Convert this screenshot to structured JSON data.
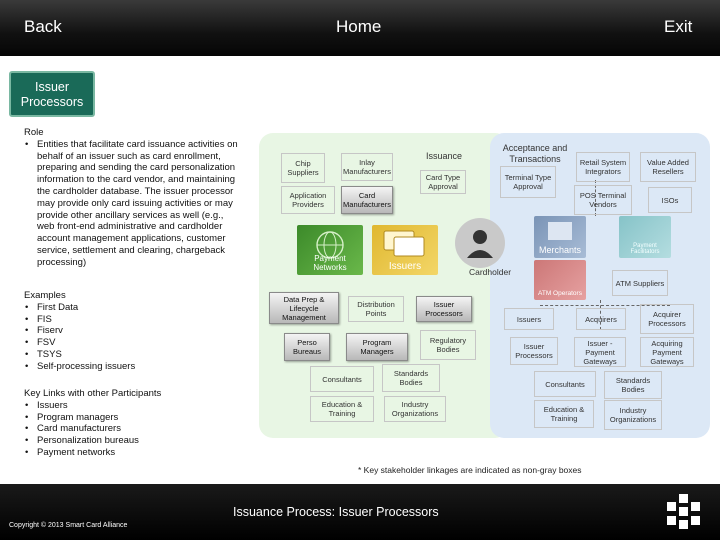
{
  "nav": {
    "back": "Back",
    "home": "Home",
    "exit": "Exit"
  },
  "title": {
    "line1": "Issuer",
    "line2": "Processors"
  },
  "role": {
    "heading": "Role",
    "text": "Entities that facilitate card issuance activities on behalf of an issuer such as card enrollment, preparing and sending the card personalization information to the card vendor, and maintaining the cardholder database. The issuer processor may provide only card issuing activities or may provide other ancillary services as well (e.g., web front-end administrative and cardholder account management applications, customer service, settlement and clearing, chargeback processing)"
  },
  "examples": {
    "heading": "Examples",
    "items": [
      "First Data",
      "FIS",
      "Fiserv",
      "FSV",
      "TSYS",
      "Self-processing issuers"
    ]
  },
  "key_links": {
    "heading": "Key Links with other Participants",
    "items": [
      "Issuers",
      "Program managers",
      "Card manufacturers",
      "Personalization bureaus",
      "Payment networks"
    ]
  },
  "diagram": {
    "issuance_label": "Issuance",
    "acceptance_label": "Acceptance and Transactions",
    "cardholder_label": "Cardholder",
    "left_boxes": [
      {
        "id": "chip",
        "text": "Chip Suppliers",
        "hl": false
      },
      {
        "id": "inlay",
        "text": "Inlay Manufacturers",
        "hl": false
      },
      {
        "id": "cardtype",
        "text": "Card Type Approval",
        "hl": false
      },
      {
        "id": "appprov",
        "text": "Application Providers",
        "hl": false
      },
      {
        "id": "cardmfr",
        "text": "Card Manufacturers",
        "hl": true
      },
      {
        "id": "dataprep",
        "text": "Data Prep & Lifecycle Management",
        "hl": true
      },
      {
        "id": "distpoints",
        "text": "Distribution Points",
        "hl": false
      },
      {
        "id": "issproc",
        "text": "Issuer Processors",
        "hl": true
      },
      {
        "id": "perso",
        "text": "Perso Bureaus",
        "hl": true
      },
      {
        "id": "progmgr",
        "text": "Program Managers",
        "hl": true
      },
      {
        "id": "regbodies",
        "text": "Regulatory Bodies",
        "hl": false
      },
      {
        "id": "consult1",
        "text": "Consultants",
        "hl": false
      },
      {
        "id": "stdbodies1",
        "text": "Standards Bodies",
        "hl": false
      },
      {
        "id": "edu1",
        "text": "Education & Training",
        "hl": false
      },
      {
        "id": "indorg1",
        "text": "Industry Organizations",
        "hl": false
      }
    ],
    "right_boxes": [
      {
        "id": "terminal",
        "text": "Terminal Type Approval",
        "hl": false
      },
      {
        "id": "retail",
        "text": "Retail System Integrators",
        "hl": false
      },
      {
        "id": "var",
        "text": "Value Added Resellers",
        "hl": false
      },
      {
        "id": "pos",
        "text": "POS Terminal Vendors",
        "hl": false
      },
      {
        "id": "isos",
        "text": "ISOs",
        "hl": false
      },
      {
        "id": "atm",
        "text": "ATM Suppliers",
        "hl": false
      },
      {
        "id": "issuers",
        "text": "Issuers",
        "hl": false
      },
      {
        "id": "acquirers",
        "text": "Acquirers",
        "hl": false
      },
      {
        "id": "acqproc",
        "text": "Acquirer Processors",
        "hl": false
      },
      {
        "id": "issproc2",
        "text": "Issuer Processors",
        "hl": false
      },
      {
        "id": "isspg",
        "text": "Issuer -Payment Gateways",
        "hl": false
      },
      {
        "id": "acqpg",
        "text": "Acquiring Payment Gateways",
        "hl": false
      },
      {
        "id": "consult2",
        "text": "Consultants",
        "hl": false
      },
      {
        "id": "stdbodies2",
        "text": "Standards Bodies",
        "hl": false
      },
      {
        "id": "edu2",
        "text": "Education & Training",
        "hl": false
      },
      {
        "id": "indorg2",
        "text": "Industry Organizations",
        "hl": false
      }
    ],
    "tiles": {
      "payment_networks": "Payment Networks",
      "issuers": "Issuers",
      "merchants": "Merchants",
      "atm_operators": "ATM Operators",
      "payment_facilitators": "Payment Facilitators"
    }
  },
  "footnote": "* Key stakeholder linkages are indicated as non-gray boxes",
  "footer_title": "Issuance Process:  Issuer Processors",
  "copyright": "Copyright © 2013 Smart Card Alliance",
  "colors": {
    "left_zone": "#e8f6e4",
    "right_zone": "#dce8f6",
    "title_box": "#1a6a58"
  }
}
